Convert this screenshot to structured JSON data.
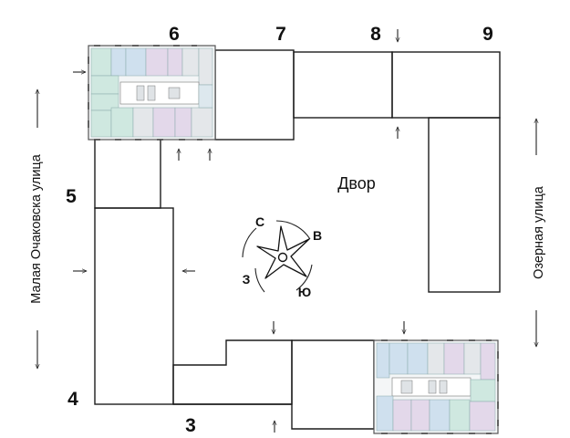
{
  "sections": [
    "6",
    "7",
    "8",
    "9",
    "5",
    "4",
    "3"
  ],
  "yard_label": "Двор",
  "streets": {
    "left": "Малая Очаковска улица",
    "right": "Озерная улица"
  },
  "compass": {
    "north": "С",
    "east": "В",
    "south": "Ю",
    "west": "З"
  },
  "colors": {
    "outline": "#1c1c1c",
    "apt_green": "#cfe8e0",
    "apt_blue": "#cfe0ee",
    "apt_lilac": "#e3d8ea",
    "apt_grey": "#e4e7ea"
  }
}
